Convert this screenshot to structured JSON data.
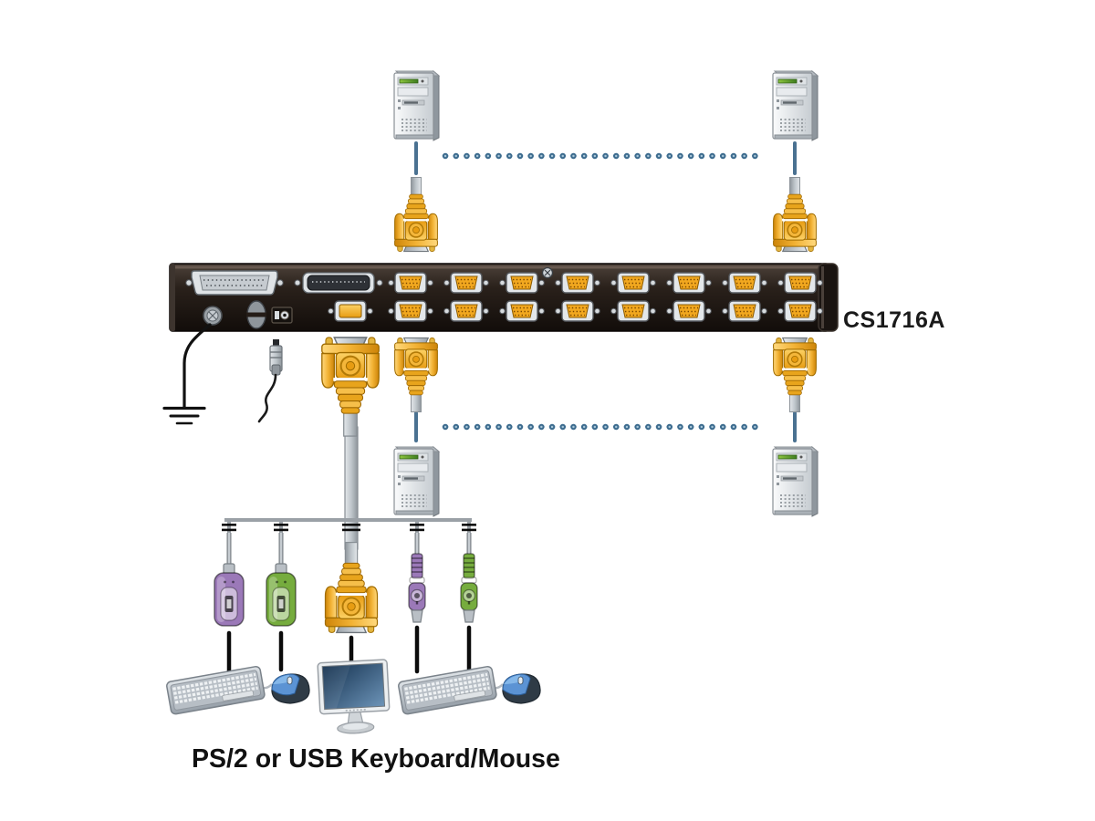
{
  "diagram": {
    "kvm_switch": {
      "model_label": "CS1716A",
      "vga_port_rows": 2,
      "vga_ports_per_row": 8,
      "total_kvm_ports": 16
    },
    "caption": "PS/2 or USB Keyboard/Mouse",
    "nodes": [
      {
        "id": "computer-top-left",
        "type": "computer-tower"
      },
      {
        "id": "computer-top-right",
        "type": "computer-tower"
      },
      {
        "id": "computer-mid-left",
        "type": "computer-tower"
      },
      {
        "id": "computer-mid-right",
        "type": "computer-tower"
      },
      {
        "id": "kvm-switch-rear-panel",
        "type": "kvm-switch",
        "label": "CS1716A"
      },
      {
        "id": "grounding-wire",
        "type": "ground"
      },
      {
        "id": "power-adapter-plug",
        "type": "power-plug"
      },
      {
        "id": "console-kvm-cable",
        "type": "vga-connector"
      },
      {
        "id": "keyboard-left",
        "type": "keyboard"
      },
      {
        "id": "mouse-left",
        "type": "mouse"
      },
      {
        "id": "console-monitor",
        "type": "monitor"
      },
      {
        "id": "keyboard-right",
        "type": "keyboard"
      },
      {
        "id": "mouse-right",
        "type": "mouse"
      }
    ],
    "console_connectors": [
      {
        "id": "usb-keyboard-connector",
        "color": "#9b79b8"
      },
      {
        "id": "usb-mouse-connector",
        "color": "#76ac3e"
      },
      {
        "id": "console-vga-connector",
        "color": "#f2b234"
      },
      {
        "id": "ps2-keyboard-connector",
        "color": "#9b79b8"
      },
      {
        "id": "ps2-mouse-connector",
        "color": "#76ac3e"
      }
    ],
    "colors": {
      "background": "#ffffff",
      "panel_body": "#241c17",
      "vga_yellow": "#f2b234",
      "dotted_line": "#3c6b8e",
      "link_line": "#4a7191",
      "label_text": "#1a1a1a"
    }
  }
}
